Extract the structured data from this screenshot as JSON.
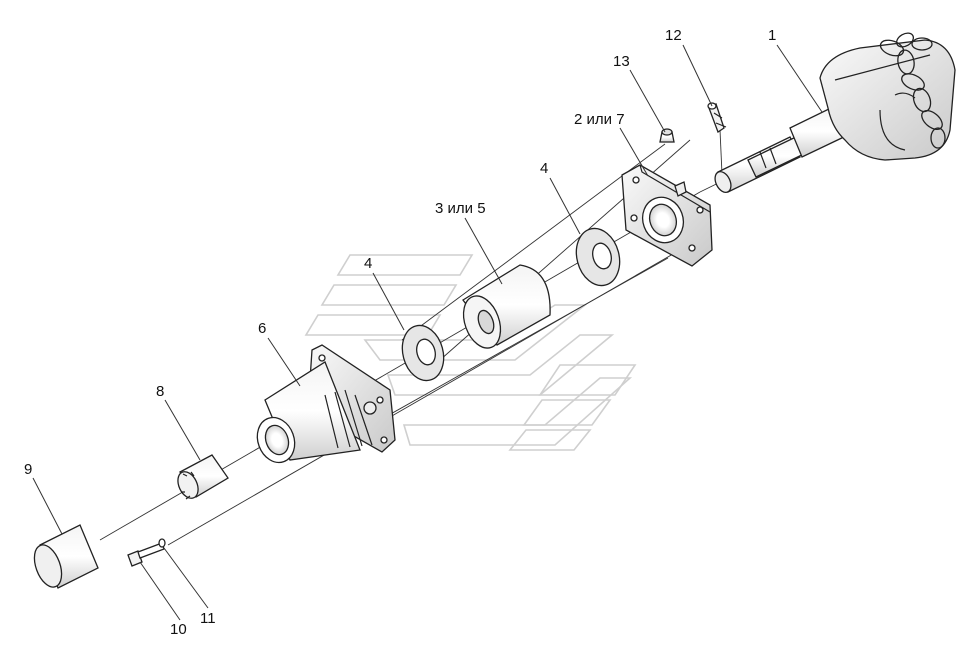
{
  "callouts": [
    {
      "id": "c1",
      "text": "1"
    },
    {
      "id": "c2",
      "text": "2 или 7"
    },
    {
      "id": "c3",
      "text": "3 или 5"
    },
    {
      "id": "c4a",
      "text": "4"
    },
    {
      "id": "c4b",
      "text": "4"
    },
    {
      "id": "c6",
      "text": "6"
    },
    {
      "id": "c8",
      "text": "8"
    },
    {
      "id": "c9",
      "text": "9"
    },
    {
      "id": "c10",
      "text": "10"
    },
    {
      "id": "c11",
      "text": "11"
    },
    {
      "id": "c12",
      "text": "12"
    },
    {
      "id": "c13",
      "text": "13"
    }
  ],
  "colors": {
    "line": "#222222",
    "shade": "#d4d4d4",
    "watermark": "#cfcfcf",
    "background": "#ffffff"
  }
}
